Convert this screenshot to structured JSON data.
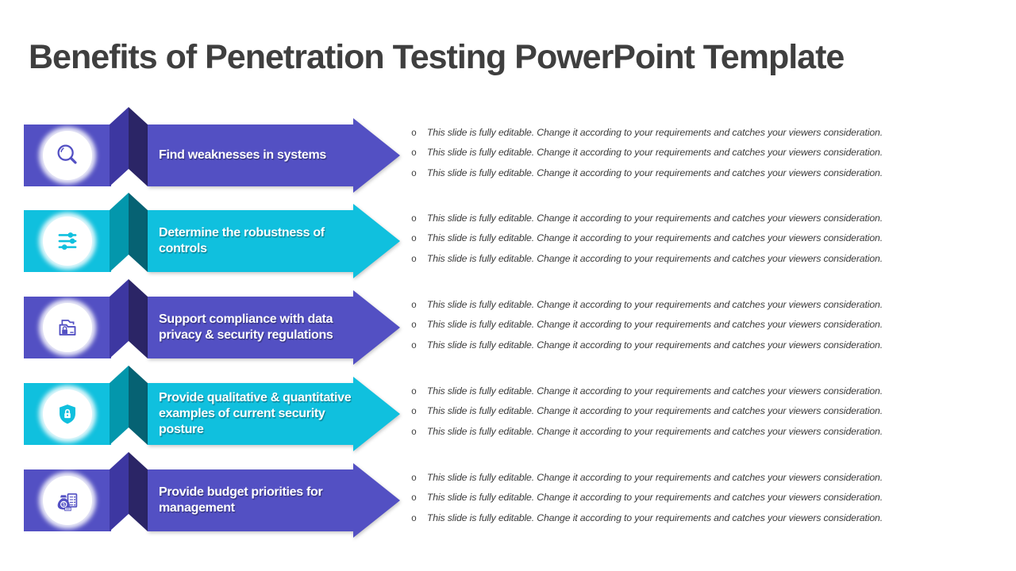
{
  "slide": {
    "title": "Benefits of Penetration Testing PowerPoint Template"
  },
  "colors": {
    "purple": "#5350C3",
    "purple_fold_light": "#3D37A1",
    "purple_fold_dark": "#2B2566",
    "cyan": "#10C0DE",
    "cyan_fold_light": "#0397AC",
    "cyan_fold_dark": "#066273",
    "title_text": "#3F3F3F",
    "banner_text": "#FFFFFF",
    "note_text": "#3C3C3C"
  },
  "notes": {
    "marker": "o",
    "line": "This slide is fully editable. Change it according to your requirements and catches your viewers consideration."
  },
  "rows": [
    {
      "title": "Find weaknesses in systems",
      "icon": "magnifier-icon",
      "theme": "purple"
    },
    {
      "title": "Determine the robustness of controls",
      "icon": "sliders-icon",
      "theme": "cyan"
    },
    {
      "title": "Support compliance with data privacy & security regulations",
      "icon": "folder-lock-icon",
      "theme": "purple"
    },
    {
      "title": "Provide qualitative & quantitative examples of current security posture",
      "icon": "shield-lock-icon",
      "theme": "cyan"
    },
    {
      "title": "Provide budget priorities for management",
      "icon": "money-checklist-icon",
      "theme": "purple"
    }
  ]
}
